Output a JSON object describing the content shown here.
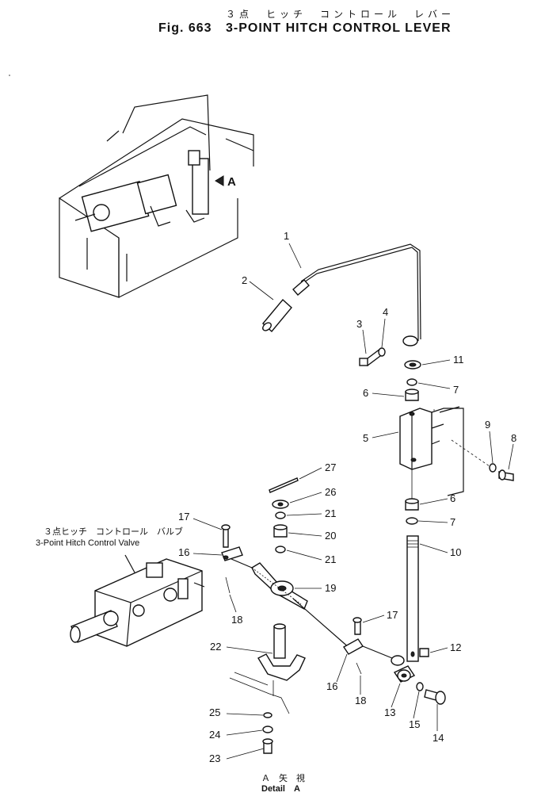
{
  "figure": {
    "title_jp": "３点　ヒッチ　コントロール　レバー",
    "fig_label": "Fig. 663",
    "title_en": "3-POINT HITCH CONTROL LEVER"
  },
  "overview": {
    "view_marker": "A"
  },
  "valve_label": {
    "jp": "３点ヒッチ　コントロール　バルブ",
    "en": "3-Point Hitch Control Valve"
  },
  "detail_label": {
    "jp": "Ａ　矢　視",
    "en": "Detail　A"
  },
  "callouts": [
    "1",
    "2",
    "3",
    "4",
    "11",
    "7",
    "6",
    "5",
    "9",
    "8",
    "6",
    "7",
    "10",
    "12",
    "27",
    "26",
    "21",
    "20",
    "21",
    "17",
    "16",
    "19",
    "18",
    "22",
    "17",
    "16",
    "18",
    "13",
    "15",
    "14",
    "25",
    "24",
    "23"
  ]
}
